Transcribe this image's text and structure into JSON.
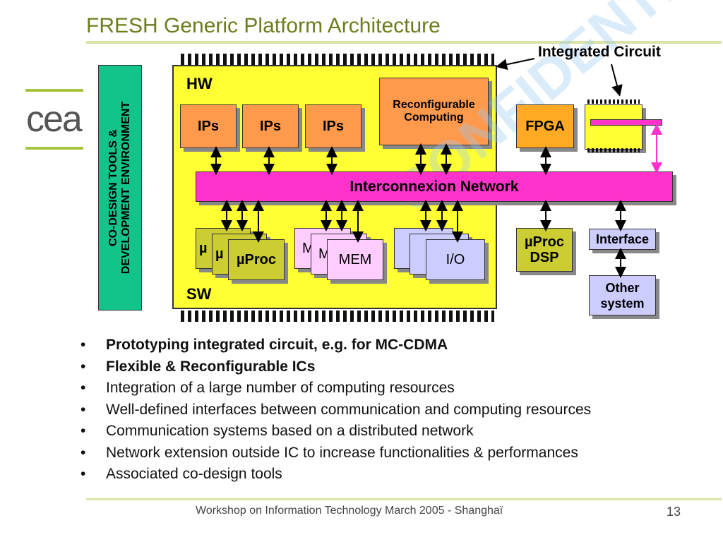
{
  "title": "FRESH Generic Platform Architecture",
  "logo": {
    "text": "cea"
  },
  "codesign_label": [
    "CO-DESIGN TOOLS &",
    "DEVELOPMENT ENVIRONMENT"
  ],
  "diagram": {
    "callout": "Integrated Circuit",
    "hw_label": "HW",
    "sw_label": "SW",
    "ips": [
      "IPs",
      "IPs",
      "IPs"
    ],
    "reconfigurable": "Reconfigurable Computing",
    "fpga": "FPGA",
    "network": "Interconnexion Network",
    "uproc_stack": [
      "µ",
      "µ",
      "µProc"
    ],
    "mem_stack": [
      "M",
      "M",
      "MEM"
    ],
    "io_stack": [
      "",
      "",
      "I/O"
    ],
    "uproc_dsp": "µProc DSP",
    "interface": "Interface",
    "other_system": "Other system",
    "watermark": "CONFIDENTIAL"
  },
  "bullets": [
    {
      "text": "Prototyping integrated circuit, e.g. for MC-CDMA",
      "bold": true
    },
    {
      "text": "Flexible & Reconfigurable ICs",
      "bold": true
    },
    {
      "text": "Integration of a large number of computing resources",
      "bold": false
    },
    {
      "text": "Well-defined interfaces between communication and computing resources",
      "bold": false
    },
    {
      "text": "Communication systems based on a distributed network",
      "bold": false
    },
    {
      "text": "Network extension outside IC to increase functionalities & performances",
      "bold": false
    },
    {
      "text": "Associated co-design tools",
      "bold": false
    }
  ],
  "footer": {
    "text": "Workshop on Information Technology March 2005 - Shanghaï",
    "page": "13"
  },
  "colors": {
    "title": "#6f7c1d",
    "chip": "#ffff33",
    "ips": "#ff9a4d",
    "network": "#ff33cc",
    "uproc": "#cccc33",
    "mem": "#ffccff",
    "io": "#ccccff",
    "codesign": "#12c48a"
  }
}
